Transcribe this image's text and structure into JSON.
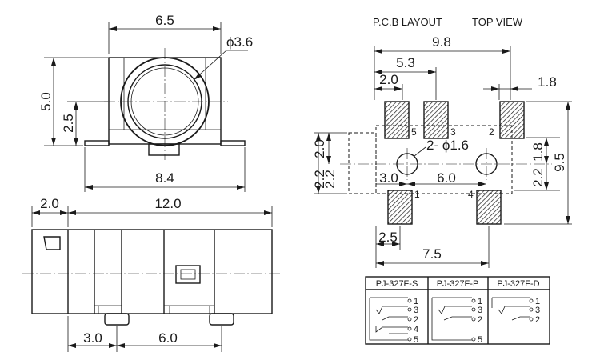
{
  "top_view": {
    "dim_width": "6.5",
    "dim_diameter": "ϕ3.6",
    "dim_height": "5.0",
    "dim_mid": "2.5",
    "dim_base": "8.4"
  },
  "side_view": {
    "dim_left": "2.0",
    "dim_length": "12.0",
    "dim_post1": "3.0",
    "dim_post2": "6.0"
  },
  "pcb_layout": {
    "title": "P.C.B LAYOUT",
    "view": "TOP VIEW",
    "dim_total_width": "9.8",
    "dim_5_3": "5.3",
    "dim_2_0": "2.0",
    "dim_1_8_top": "1.8",
    "dim_hole": "2- ϕ1.6",
    "dim_left_2_2": "2.2",
    "dim_left_2_0": "2.0",
    "dim_left_2_2b": "2.2",
    "dim_3_0": "3.0",
    "dim_6_0": "6.0",
    "dim_right_1_8": "1.8",
    "dim_right_2_2": "2.2",
    "dim_right_9_5": "9.5",
    "dim_2_5": "2.5",
    "dim_7_5": "7.5",
    "pads": [
      {
        "label": "5"
      },
      {
        "label": "3"
      },
      {
        "label": "2"
      },
      {
        "label": "1"
      },
      {
        "label": "4"
      }
    ]
  },
  "schematic_table": {
    "headers": [
      "PJ-327F-S",
      "PJ-327F-P",
      "PJ-327F-D"
    ],
    "pins": {
      "s": [
        "1",
        "3",
        "2",
        "4",
        "5"
      ],
      "p": [
        "1",
        "3",
        "2",
        "5"
      ],
      "d": [
        "1",
        "3",
        "2"
      ]
    }
  }
}
